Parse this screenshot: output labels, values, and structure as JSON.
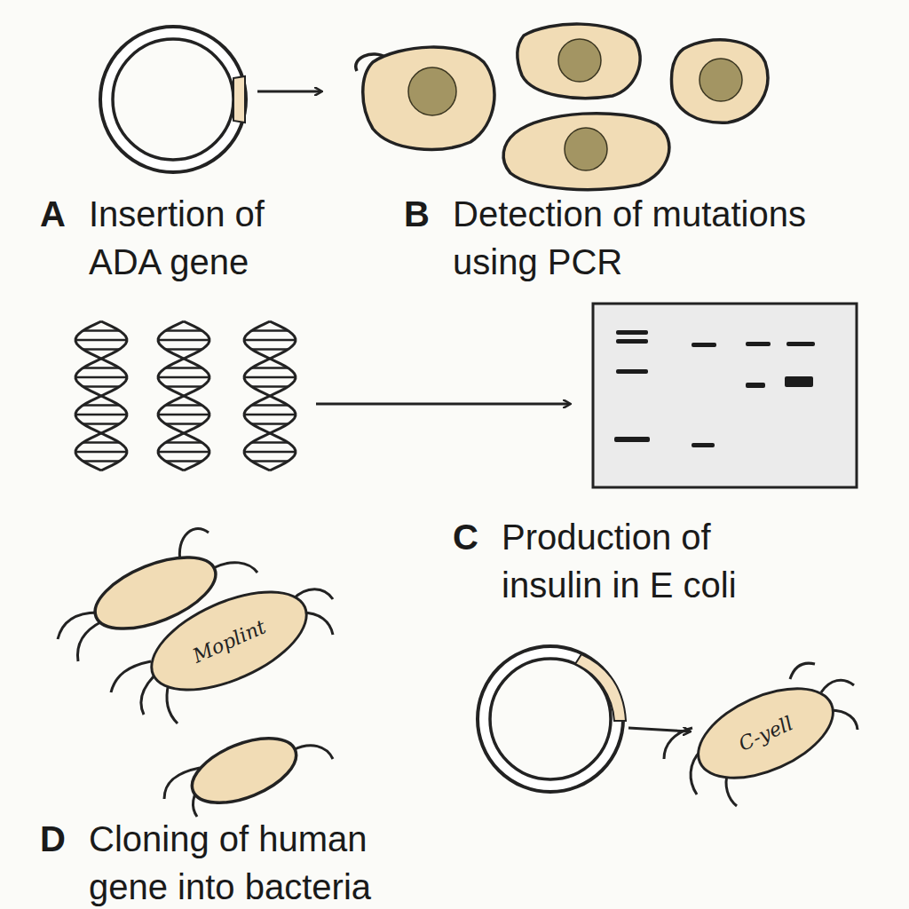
{
  "diagram": {
    "nodes": [
      {
        "text": [
          "Moplint"
        ]
      },
      {
        "text": [
          "C-yell"
        ]
      }
    ],
    "labels": [
      "A",
      "Insertion of ADA gene",
      "B",
      "Detection of mutations using PCR",
      "C",
      "Production of insulin in E coli",
      "D",
      "Cloning of human gene into bacteria"
    ]
  }
}
